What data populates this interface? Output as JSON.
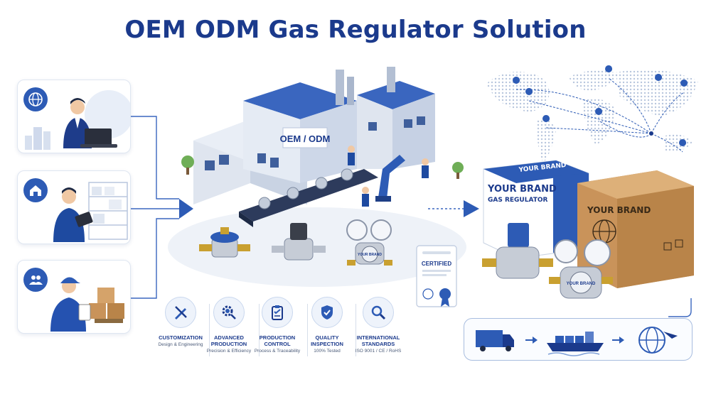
{
  "title": "OEM ODM Gas Regulator Solution",
  "factory": {
    "sign": "OEM / ODM"
  },
  "features": [
    {
      "label": "CUSTOMIZATION",
      "sub": "Design & Engineering",
      "icon": "pencil-ruler-icon"
    },
    {
      "label": "ADVANCED PRODUCTION",
      "sub": "Precision & Efficiency",
      "icon": "gear-search-icon"
    },
    {
      "label": "PRODUCTION CONTROL",
      "sub": "Process & Traceability",
      "icon": "clipboard-check-icon"
    },
    {
      "label": "QUALITY INSPECTION",
      "sub": "100% Tested",
      "icon": "shield-check-icon"
    },
    {
      "label": "INTERNATIONAL STANDARDS",
      "sub": "ISO 9001 / CE / RoHS",
      "icon": "magnifier-icon"
    }
  ],
  "certificate": {
    "label": "CERTIFIED"
  },
  "brand_box": {
    "top": "YOUR BRAND",
    "brand": "YOUR BRAND",
    "product": "GAS REGULATOR"
  },
  "cardboard_box": {
    "brand": "YOUR BRAND"
  },
  "regulator_tag": "YOUR BRAND",
  "colors": {
    "primary": "#1b3a8c",
    "accent": "#2d5bb5",
    "cardboard": "#c9935a"
  }
}
